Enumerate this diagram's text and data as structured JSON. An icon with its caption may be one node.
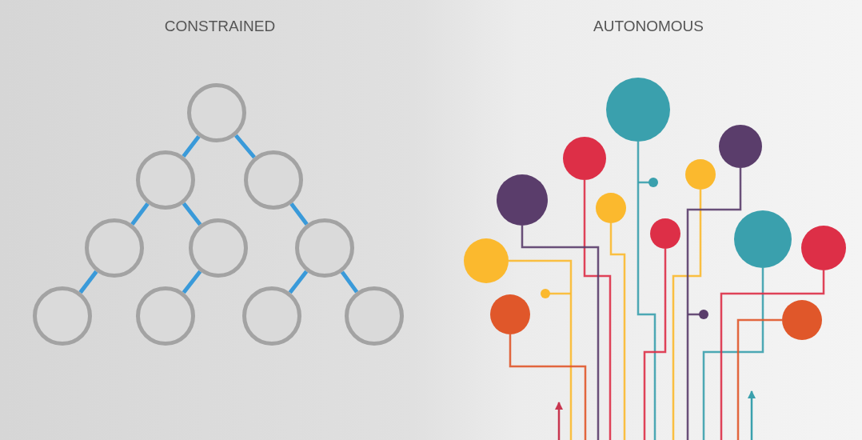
{
  "diagram": {
    "nodes": [
      {
        "text": [],
        "shape": "circle"
      },
      {
        "text": [],
        "shape": "circle"
      },
      {
        "text": [],
        "shape": "circle"
      },
      {
        "text": [],
        "shape": "circle"
      },
      {
        "text": [],
        "shape": "circle"
      },
      {
        "text": [],
        "shape": "circle"
      },
      {
        "text": [],
        "shape": "circle"
      },
      {
        "text": [],
        "shape": "circle"
      },
      {
        "text": [],
        "shape": "circle"
      },
      {
        "text": [],
        "shape": "circle"
      }
    ],
    "edges": [
      {
        "from": 0,
        "to": 1,
        "arrow": "none"
      },
      {
        "from": 0,
        "to": 2,
        "arrow": "none"
      },
      {
        "from": 1,
        "to": 3,
        "arrow": "none"
      },
      {
        "from": 1,
        "to": 4,
        "arrow": "none"
      },
      {
        "from": 2,
        "to": 5,
        "arrow": "none"
      },
      {
        "from": 3,
        "to": 6,
        "arrow": "none"
      },
      {
        "from": 4,
        "to": 7,
        "arrow": "none"
      },
      {
        "from": 5,
        "to": 8,
        "arrow": "none"
      },
      {
        "from": 5,
        "to": 9,
        "arrow": "none"
      }
    ],
    "labels": [
      "CONSTRAINED",
      "AUTONOMOUS"
    ]
  }
}
